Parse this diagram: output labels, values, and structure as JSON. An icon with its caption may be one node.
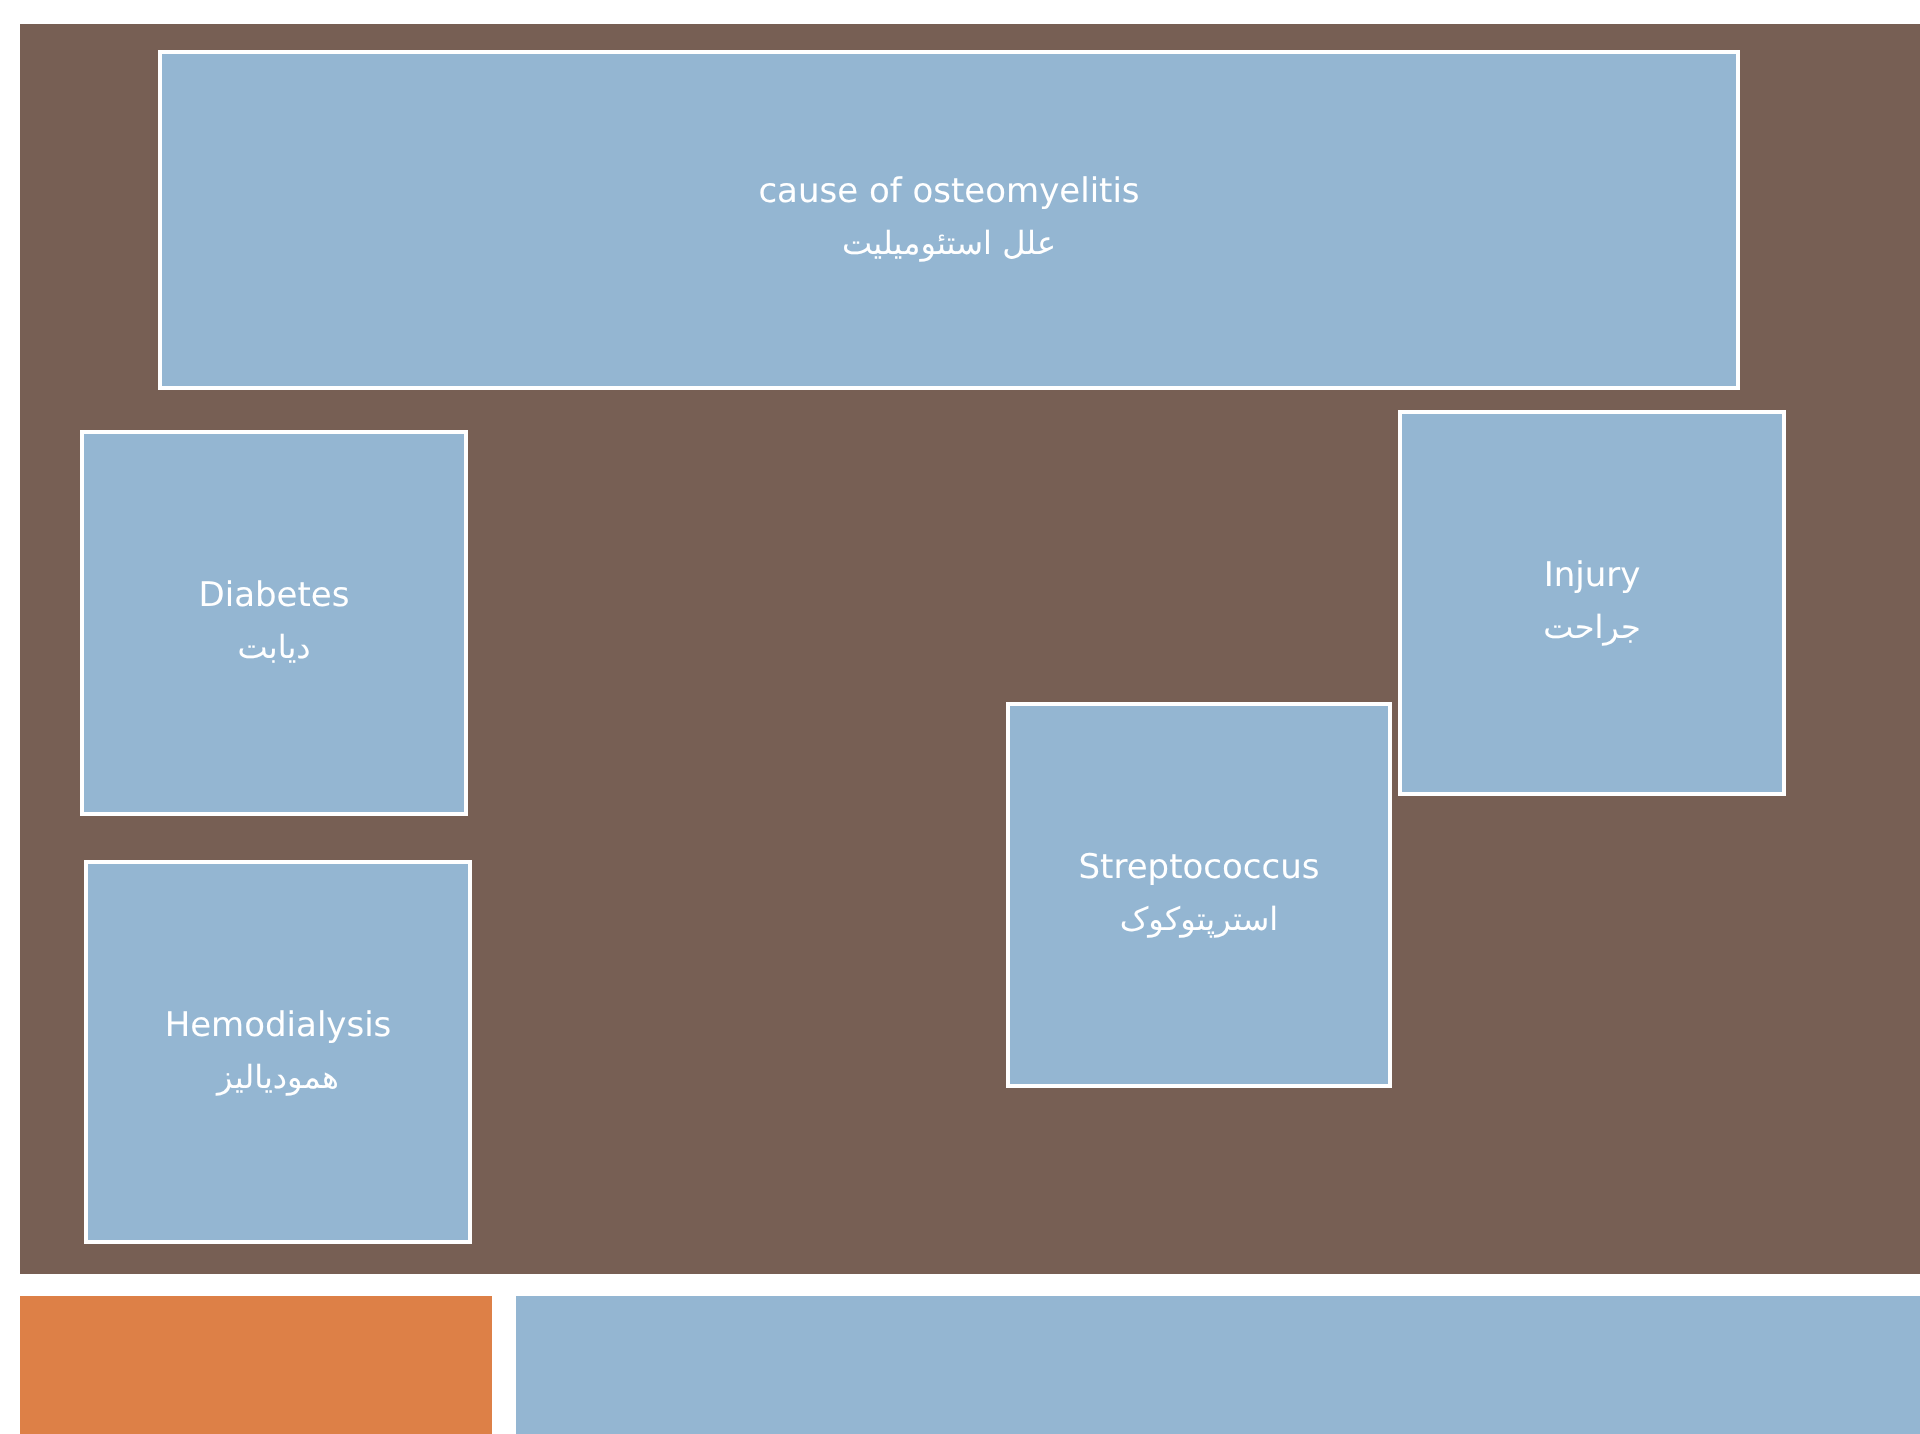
{
  "diagram": {
    "nodes": [
      {
        "text": [
          "cause of osteomyelitis",
          "علل استئومیلیت"
        ]
      },
      {
        "text": [
          "Diabetes",
          "دیابت"
        ]
      },
      {
        "text": [
          "Injury",
          "جراحت"
        ]
      },
      {
        "text": [
          "Streptococcus",
          "استرپتوکوک"
        ]
      },
      {
        "text": [
          "Hemodialysis",
          "همودیالیز"
        ]
      }
    ]
  }
}
